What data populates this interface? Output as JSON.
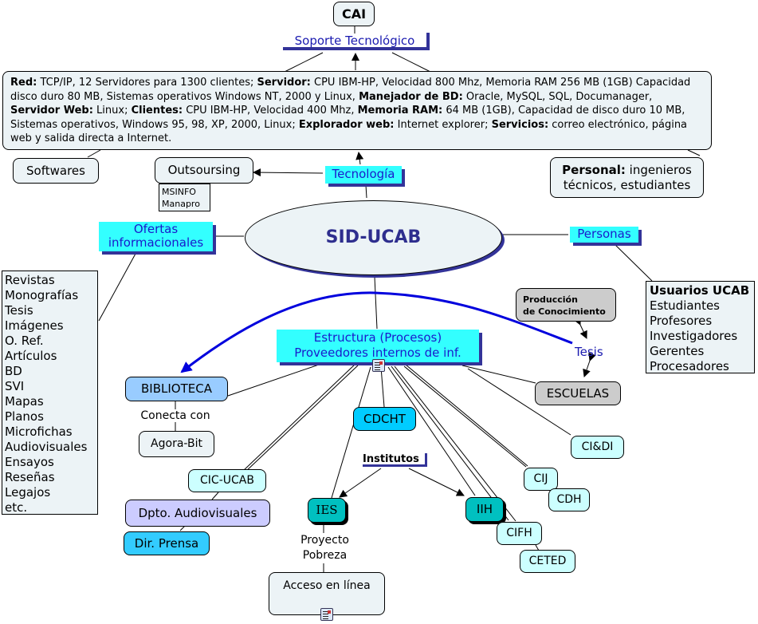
{
  "colors": {
    "node_fill": "#ecf3f6",
    "link_label_fill": "#33ffff",
    "link_label_text": "#1a1acc",
    "shadow": "#333399",
    "biblioteca": "#99ccff",
    "cdcht": "#00ccff",
    "institute_dark": "#00c0c0",
    "center_light": "#ccffff",
    "dpto_audiovisuales": "#ccccff",
    "dir_prensa": "#33ccff",
    "gray_node": "#cccccc",
    "curve": "#0000dd"
  },
  "nodes": {
    "cai": "CAI",
    "soporte": "Soporte Tecnológico",
    "tech_details": [
      {
        "b": "Red:",
        "t": " TCP/IP, 12 Servidores para 1300 clientes; "
      },
      {
        "b": "Servidor:",
        "t": " CPU IBM-HP, Velocidad 800 Mhz, Memoria RAM 256 MB (1GB) Capacidad disco duro 80 MB, Sistemas operativos Windows NT, 2000 y Linux, "
      },
      {
        "b": "Manejador de BD:",
        "t": " Oracle, MySQL, SQL, Documanager, "
      },
      {
        "b": "Servidor Web:",
        "t": " Linux; "
      },
      {
        "b": "Clientes:",
        "t": " CPU IBM-HP, Velocidad 400 Mhz, "
      },
      {
        "b": "Memoria RAM:",
        "t": " 64 MB (1GB), Capacidad de disco duro 10 MB, Sistemas operativos, Windows 95, 98, XP, 2000, Linux; "
      },
      {
        "b": "Explorador web:",
        "t": " Internet explorer; "
      },
      {
        "b": "Servicios:",
        "t": " correo electrónico, página web y salida directa a Internet."
      }
    ],
    "softwares": "Softwares",
    "outsoursing": "Outsoursing",
    "outsoursing_list": [
      "MSINFO",
      "Manapro"
    ],
    "tecnologia": "Tecnología",
    "personal_bold": "Personal:",
    "personal_rest_1": " ingenieros",
    "personal_rest_2": "técnicos, estudiantes",
    "ofertas_1": "Ofertas",
    "ofertas_2": "informacionales",
    "center": "SID-UCAB",
    "personas": "Personas",
    "ofertas_list": [
      "Revistas",
      "Monografías",
      "Tesis",
      "Imágenes",
      "O. Ref.",
      "Artículos",
      "BD",
      "SVI",
      "Mapas",
      "Planos",
      "Microfichas",
      "Audiovisuales",
      "Ensayos",
      "Reseñas",
      "Legajos",
      "etc."
    ],
    "usuarios_title": "Usuarios UCAB",
    "usuarios_list": [
      "Estudiantes",
      "Profesores",
      "Investigadores",
      "Gerentes",
      "Procesadores"
    ],
    "produccion_1": "Producción",
    "produccion_2": "de Conocimiento",
    "tesis": "Tesis",
    "estructura_1": "Estructura (Procesos)",
    "estructura_2": "Proveedores internos de inf.",
    "biblioteca": "BIBLIOTECA",
    "conecta_con": "Conecta con",
    "agora_bit": "Agora-Bit",
    "escuelas": "ESCUELAS",
    "cdcht": "CDCHT",
    "cidi": "CI&DI",
    "institutos": "Institutos",
    "cic_ucab": "CIC-UCAB",
    "cij": "CIJ",
    "cdh": "CDH",
    "dpto_audiovisuales": "Dpto. Audiovisuales",
    "ies": "IES",
    "iih": "IIH",
    "cifh": "CIFH",
    "dir_prensa": "Dir. Prensa",
    "proyecto_1": "Proyecto",
    "proyecto_2": "Pobreza",
    "cefted": "CETED",
    "acceso": "Acceso en línea"
  }
}
